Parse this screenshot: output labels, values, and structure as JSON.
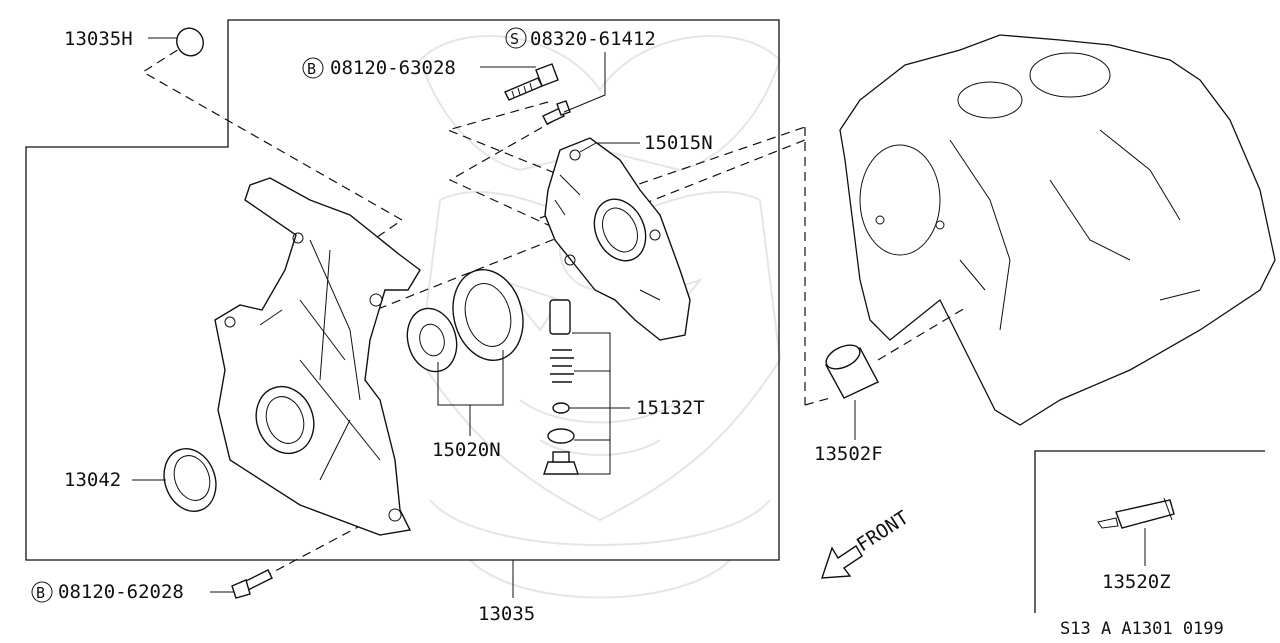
{
  "labels": {
    "cap_plug": "13035H",
    "bolt_b_upper": "08120-63028",
    "bolt_s": "08320-61412",
    "oil_pump_body": "15015N",
    "relief_valve_set": "15132T",
    "oil_pump_gears": "15020N",
    "front_seal": "13042",
    "front_cover": "13035",
    "bolt_b_lower": "08120-62028",
    "dowel_bushing": "13502F",
    "sealant_tube": "13520Z",
    "front_arrow": "FRONT",
    "drawing_code": "S13 A  A1301 0199"
  },
  "prefix_marks": {
    "b": "B",
    "s": "S"
  },
  "colors": {
    "line": "#111111",
    "background": "#ffffff",
    "watermark": "#cfcfcf"
  },
  "icons": {
    "watermark": "samurai-helmet-watermark",
    "front_arrow": "arrow-down-left-icon"
  }
}
